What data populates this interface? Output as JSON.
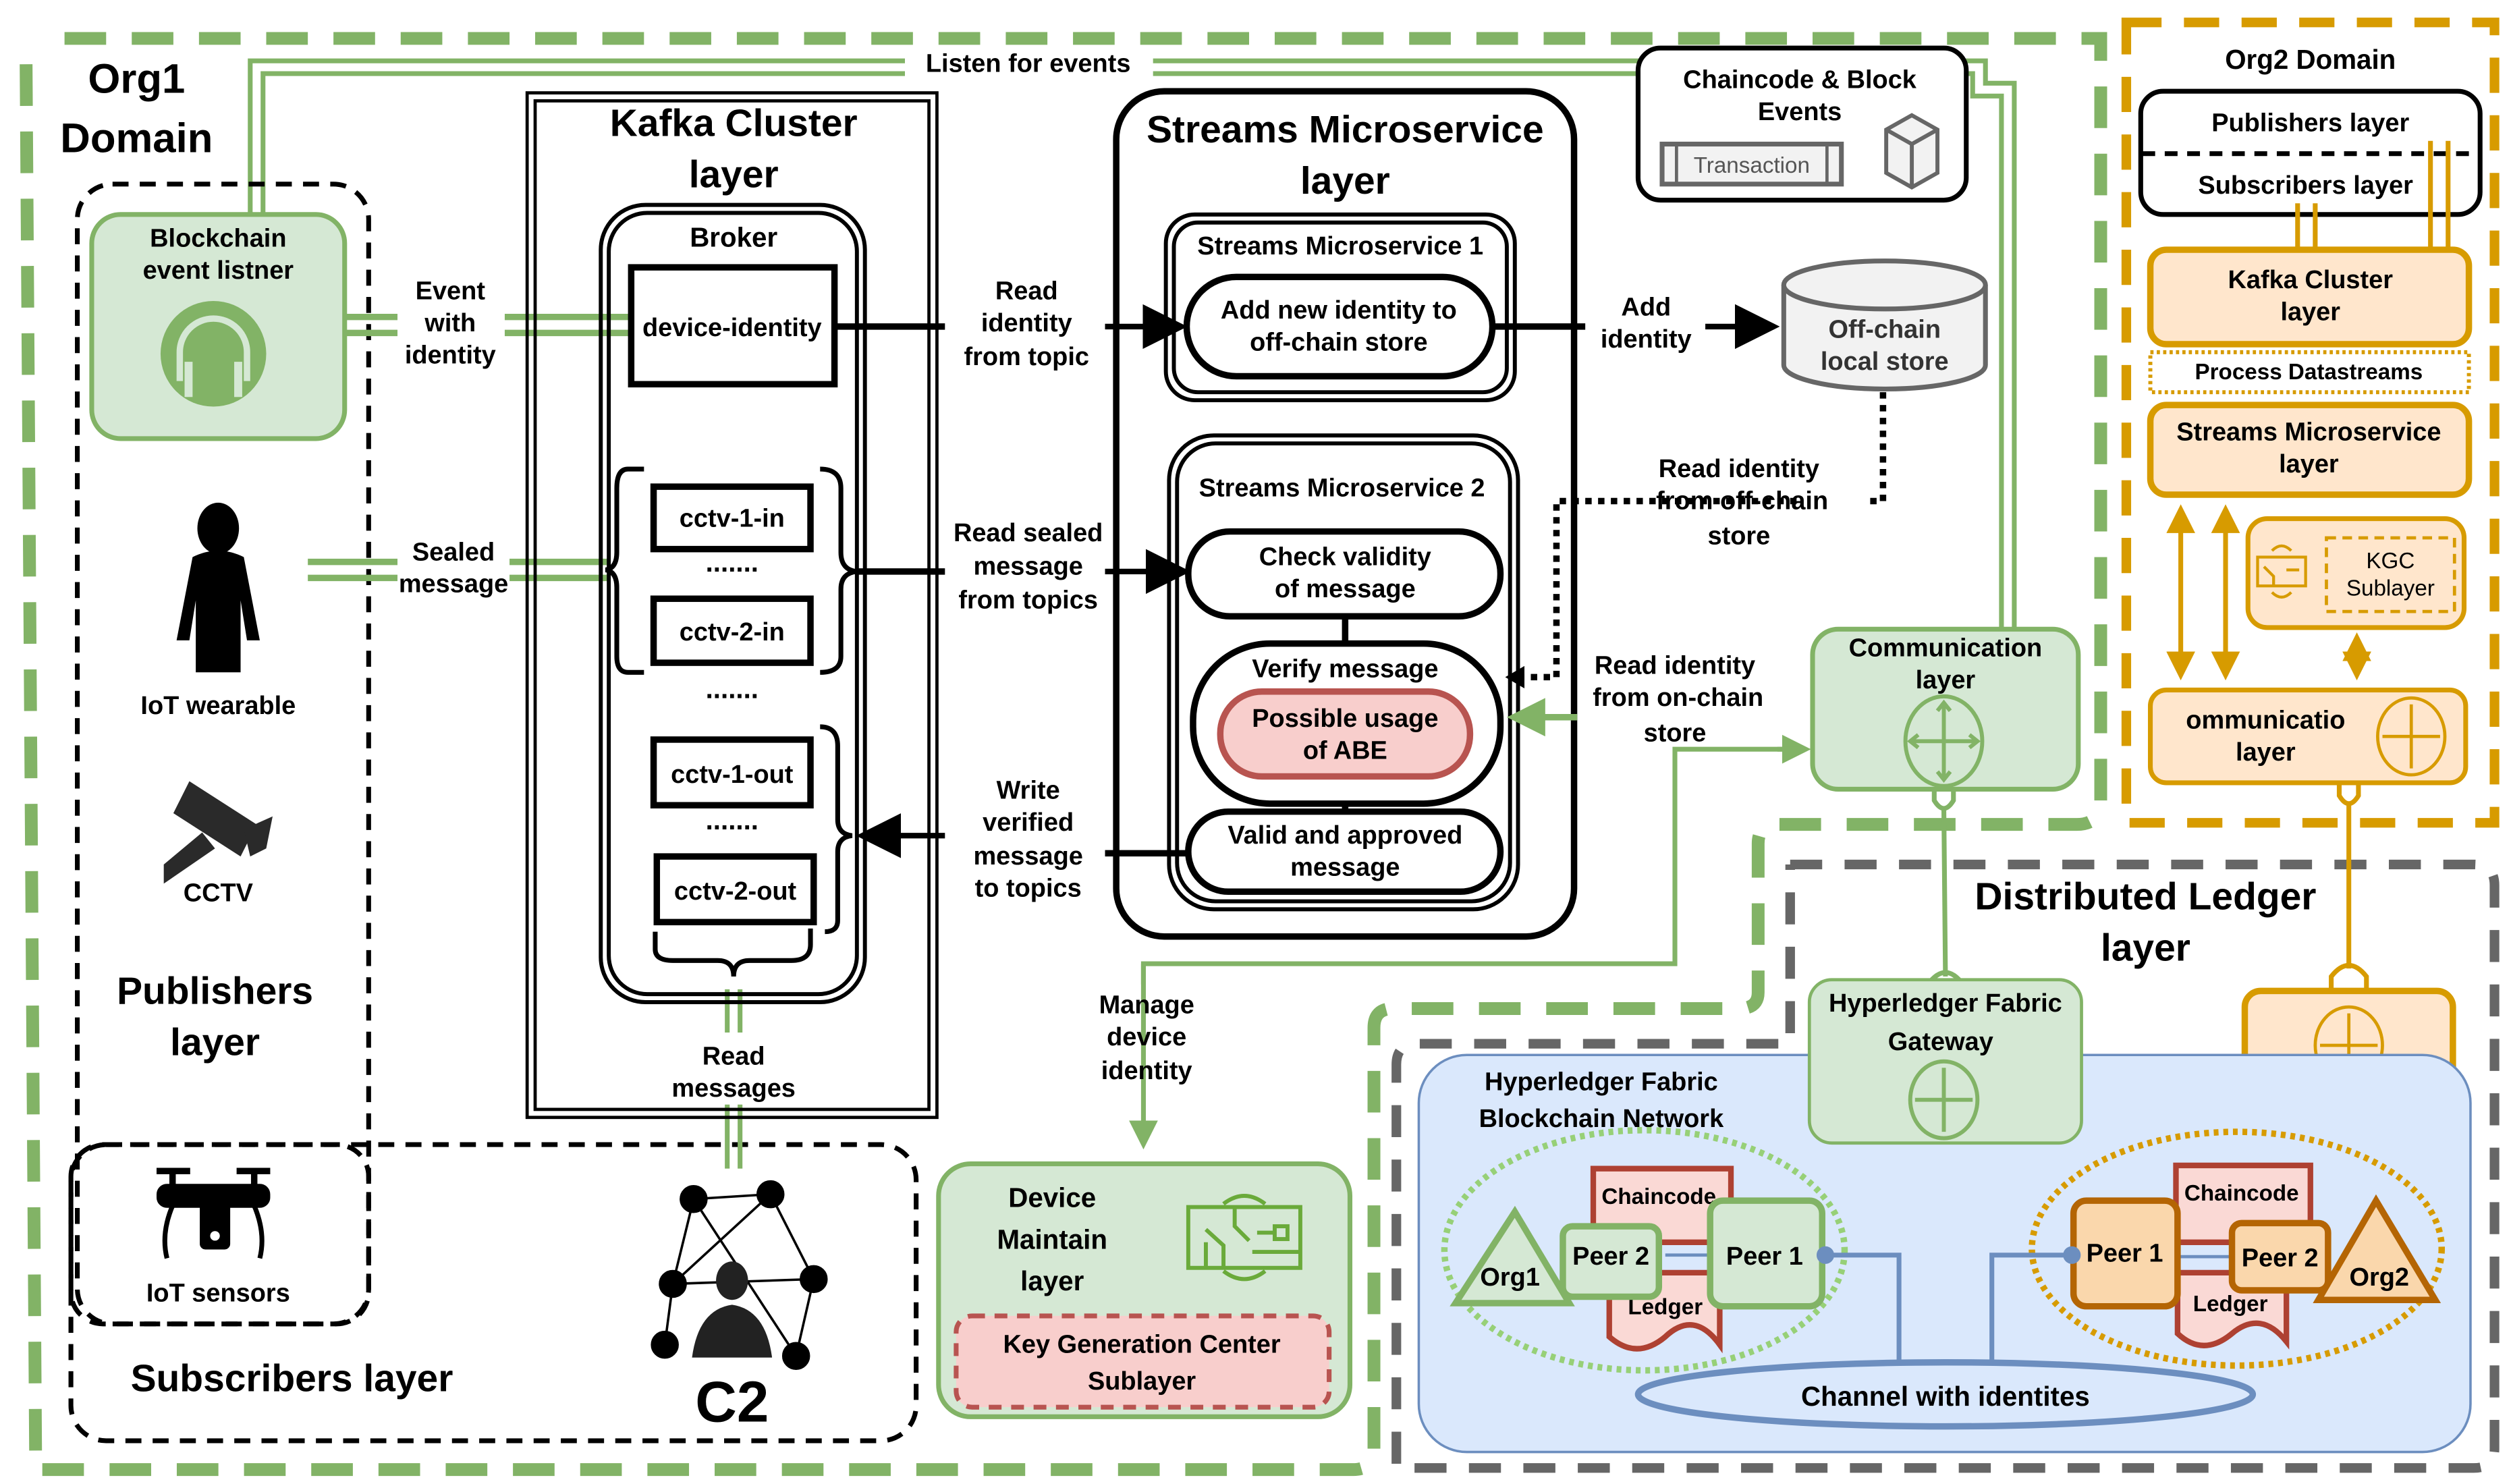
{
  "colors": {
    "green_stroke": "#82b366",
    "green_fill": "#d5e8d4",
    "orange_stroke": "#d79b00",
    "orange_fill": "#ffe6cc",
    "gray_dash": "#666666",
    "blue_fill": "#dae8fc",
    "blue_stroke": "#6c8ebf",
    "red_stroke": "#b85450",
    "red_fill": "#f8cecc",
    "ledger_stroke": "#ae4132",
    "ledger_fill": "#fad9d5",
    "peer2_orange_stroke": "#b46504",
    "peer2_orange_fill": "#fad7ac"
  },
  "org1": {
    "title_line1": "Org1",
    "title_line2": "Domain",
    "listen_label": "Listen for events",
    "event_listener": {
      "line1": "Blockchain",
      "line2": "event listner",
      "icon": "headphones-icon"
    },
    "event_with_identity": [
      "Event",
      "with",
      "identity"
    ],
    "sealed_message": [
      "Sealed",
      "message"
    ],
    "iot_wearable": "IoT wearable",
    "cctv": "CCTV",
    "publishers_layer": [
      "Publishers",
      "layer"
    ],
    "iot_sensors": "IoT sensors",
    "subscribers_layer": "Subscribers layer",
    "c2": "C2"
  },
  "kafka": {
    "title": [
      "Kafka Cluster",
      "layer"
    ],
    "broker": "Broker",
    "topics": {
      "device_identity": "device-identity",
      "cctv1in": "cctv-1-in",
      "cctv2in": "cctv-2-in",
      "cctv1out": "cctv-1-out",
      "cctv2out": "cctv-2-out",
      "dots": "......."
    },
    "read_messages": [
      "Read",
      "messages"
    ]
  },
  "flows": {
    "read_identity_topic": [
      "Read",
      "identity",
      "from topic"
    ],
    "read_sealed": [
      "Read sealed",
      "message",
      "from topics"
    ],
    "write_verified": [
      "Write",
      "verified",
      "message",
      "to topics"
    ],
    "add_identity": [
      "Add",
      "identity"
    ],
    "read_offchain": [
      "Read identity",
      "from off-chain",
      "store"
    ],
    "read_onchain": [
      "Read identity",
      "from on-chain",
      "store"
    ],
    "manage_device": [
      "Manage",
      "device",
      "identity"
    ]
  },
  "streams": {
    "title": [
      "Streams Microservice",
      "layer"
    ],
    "ms1": {
      "title": "Streams Microservice 1",
      "step": [
        "Add new identity to",
        "off-chain store"
      ]
    },
    "ms2": {
      "title": "Streams Microservice 2",
      "check": [
        "Check validity",
        "of message"
      ],
      "verify": "Verify message",
      "abe": [
        "Possible usage",
        "of ABE"
      ],
      "valid": [
        "Valid and approved",
        "message"
      ]
    }
  },
  "chaincode_events": {
    "title": [
      "Chaincode & Block",
      "Events"
    ],
    "transaction": "Transaction",
    "icon": "block-cube-icon"
  },
  "offchain_store": [
    "Off-chain",
    "local store"
  ],
  "communication": {
    "title": [
      "Communication",
      "layer"
    ],
    "icon": "router-icon"
  },
  "device_maintain": {
    "title": [
      "Device",
      "Maintain",
      "layer"
    ],
    "kgc": [
      "Key Generation Center",
      "Sublayer"
    ],
    "icon": "circuit-board-icon"
  },
  "org2": {
    "title": "Org2 Domain",
    "publishers": "Publishers layer",
    "subscribers": "Subscribers layer",
    "kafka": [
      "Kafka Cluster",
      "layer"
    ],
    "process": "Process Datastreams",
    "streams": [
      "Streams Microservice",
      "layer"
    ],
    "kgc": [
      "KGC",
      "Sublayer"
    ],
    "comm": [
      "ommunicatio",
      "layer"
    ]
  },
  "ledger": {
    "title": [
      "Distributed Ledger",
      "layer"
    ],
    "gateway": [
      "Hyperledger Fabric",
      "Gateway"
    ],
    "network": [
      "Hyperledger Fabric",
      "Blockchain Network"
    ],
    "org1": {
      "org": "Org1",
      "peer1": "Peer 1",
      "peer2": "Peer 2",
      "chaincode": "Chaincode",
      "ledger": "Ledger"
    },
    "org2": {
      "org": "Org2",
      "peer1": "Peer 1",
      "peer2": "Peer 2",
      "chaincode": "Chaincode",
      "ledger": "Ledger"
    },
    "channel": "Channel with identites"
  }
}
